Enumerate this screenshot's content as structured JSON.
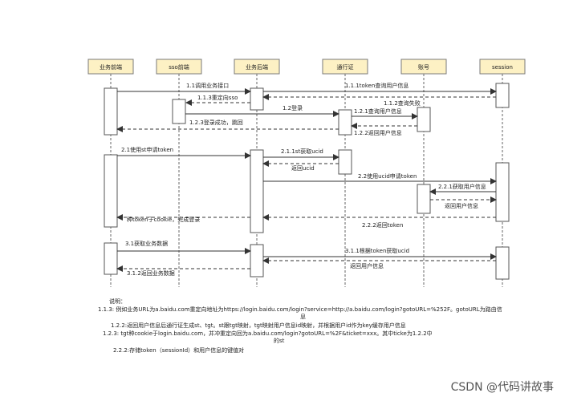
{
  "participants": [
    {
      "id": "biz-front",
      "label": "业务前端"
    },
    {
      "id": "sso-front",
      "label": "sso前端"
    },
    {
      "id": "biz-back",
      "label": "业务后端"
    },
    {
      "id": "pass",
      "label": "通行证"
    },
    {
      "id": "account",
      "label": "账号"
    },
    {
      "id": "session",
      "label": "session"
    }
  ],
  "messages": [
    {
      "from": "biz-front",
      "to": "biz-back",
      "label": "1.1调用业务接口",
      "style": "solid"
    },
    {
      "from": "biz-back",
      "to": "session",
      "label": "1.1.1token查询用户信息",
      "style": "solid"
    },
    {
      "from": "biz-back",
      "to": "sso-front",
      "label": "1.1.3重定向sso",
      "style": "dashed"
    },
    {
      "from": "session",
      "to": "biz-back",
      "label": "1.1.2查询失败",
      "style": "dashed"
    },
    {
      "from": "sso-front",
      "to": "pass",
      "label": "1.2登录",
      "style": "solid"
    },
    {
      "from": "pass",
      "to": "account",
      "label": "1.2.1查询用户信息",
      "style": "solid"
    },
    {
      "from": "pass",
      "to": "biz-front",
      "label": "1.2.3登录成功，跳回",
      "style": "dashed"
    },
    {
      "from": "account",
      "to": "pass",
      "label": "1.2.2返回用户信息",
      "style": "dashed"
    },
    {
      "from": "biz-front",
      "to": "biz-back",
      "label": "2.1使用st申请token",
      "style": "solid"
    },
    {
      "from": "biz-back",
      "to": "pass",
      "label": "2.1.1st获取ucid",
      "style": "solid"
    },
    {
      "from": "pass",
      "to": "biz-back",
      "label": "返回ucid",
      "style": "dashed"
    },
    {
      "from": "biz-back",
      "to": "session",
      "label": "2.2使用ucid申请token",
      "style": "solid"
    },
    {
      "from": "session",
      "to": "account",
      "label": "2.2.1获取用户信息",
      "style": "solid"
    },
    {
      "from": "account",
      "to": "session",
      "label": "返回用户信息",
      "style": "dashed"
    },
    {
      "from": "session",
      "to": "biz-back",
      "label": "2.2.2返回token",
      "style": "dashed"
    },
    {
      "from": "biz-back",
      "to": "biz-front",
      "label": "种token于cookie，完成登录",
      "style": "dashed"
    },
    {
      "from": "biz-front",
      "to": "biz-back",
      "label": "3.1获取业务数据",
      "style": "solid"
    },
    {
      "from": "biz-back",
      "to": "session",
      "label": "3.1.1根据token获取ucid",
      "style": "solid"
    },
    {
      "from": "session",
      "to": "biz-back",
      "label": "返回用户信息",
      "style": "dashed"
    },
    {
      "from": "biz-back",
      "to": "biz-front",
      "label": "3.1.2返回业务数据",
      "style": "dashed"
    }
  ],
  "notes": {
    "title": "说明：",
    "lines": [
      "1.1.3: 例如业务URL为a.baidu.com重定向地址为https://login.baidu.com/login?service=http://a.baidu.com/login?gotoURL=%252F。gotoURL为路由信",
      "息",
      "1.2.2:返回用户信息后通行证生成st、tgt。st跟tgt映射，tgt映射用户信息id映射，并根据用户id作为key缓存用户信息",
      "1.2.3: tgt种cookie于login.baidu.com，并冲重定向回为a.baidu.com/login?gotoURL=%2F&ticket=xxx。其中ticke为1.2.2中",
      "的st",
      "2.2.2:存储token（sessionId）和用户信息的键值对"
    ]
  },
  "watermark": "CSDN @代码讲故事"
}
